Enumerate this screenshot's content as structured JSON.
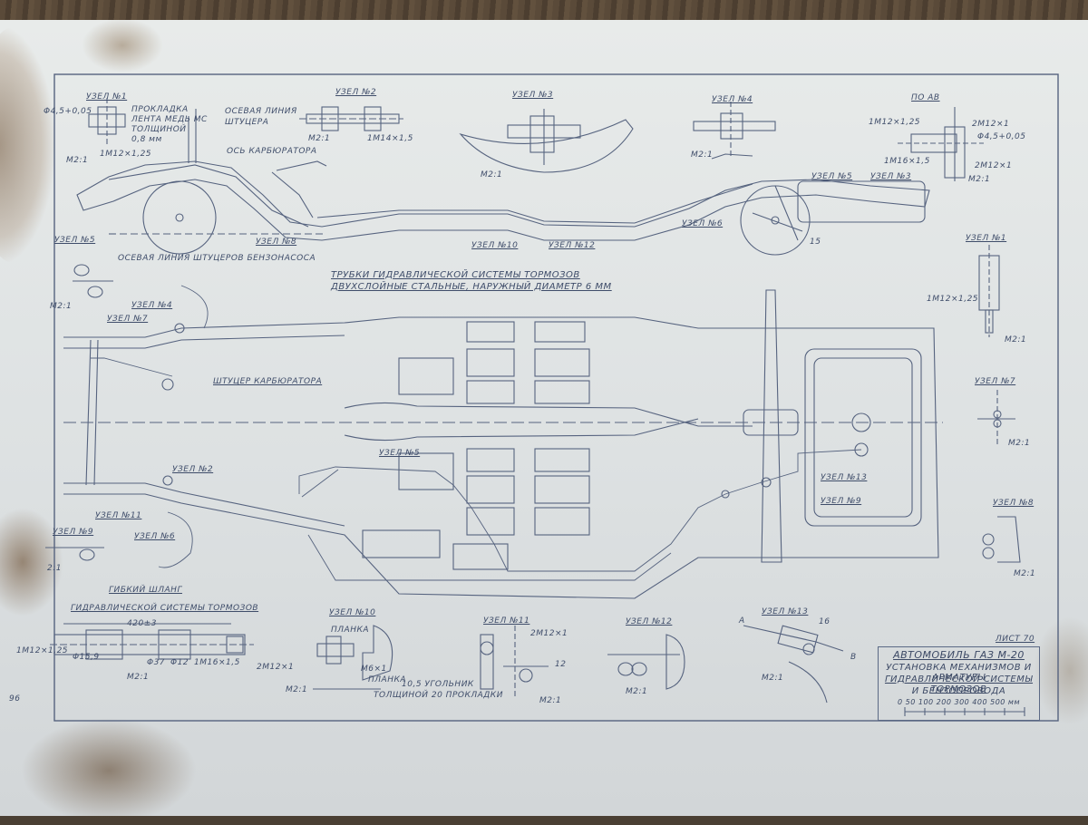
{
  "labels": {
    "phi45": "Φ4,5+0,05",
    "uzel1": "УЗЕЛ №1",
    "prokladka": "ПРОКЛАДКА",
    "lenta": "ЛЕНТА МЕДЬ МС",
    "tolshina": "ТОЛЩИНОЙ",
    "tolshina_val": "0,8 мм",
    "m12_125_a": "1М12×1,25",
    "m2_1_a": "М2:1",
    "osevaya": "ОСЕВАЯ ЛИНИЯ",
    "shtucera": "ШТУЦЕРА",
    "os_karb": "ОСЬ КАРБЮРАТОРА",
    "uzel2": "УЗЕЛ №2",
    "m2_1_b": "М2:1",
    "m14": "1М14×1,5",
    "uzel3": "УЗЕЛ №3",
    "m2_1_c": "М2:1",
    "uzel4": "УЗЕЛ №4",
    "m2_1_d": "М2:1",
    "po_ab": "ПО АВ",
    "m12_125_b": "1М12×1,25",
    "m12x1_a": "2М12×1",
    "phi45_b": "Φ4,5+0,05",
    "m16": "1М16×1,5",
    "m12x1_b": "2М12×1",
    "m2_1_e": "М2:1",
    "uzel5_top": "УЗЕЛ №5",
    "uzel3_top": "УЗЕЛ №3",
    "uzel6_top": "УЗЕЛ №6",
    "num15": "15",
    "uzel8": "УЗЕЛ №8",
    "uzel10": "УЗЕЛ №10",
    "uzel12": "УЗЕЛ №12",
    "osevaya_benz": "ОСЕВАЯ ЛИНИЯ ШТУЦЕРОВ БЕНЗОНАСОСА",
    "uzel5_side": "УЗЕЛ №5",
    "m2_1_f": "М2:1",
    "trubki1": "ТРУБКИ ГИДРАВЛИЧЕСКОЙ СИСТЕМЫ ТОРМОЗОВ",
    "trubki2": "ДВУХСЛОЙНЫЕ СТАЛЬНЫЕ, НАРУЖНЫЙ ДИАМЕТР 6 ММ",
    "uzel4_mid": "УЗЕЛ №4",
    "uzel7_mid": "УЗЕЛ №7",
    "shtucer_karb": "ШТУЦЕР КАРБЮРАТОРА",
    "uzel2_mid": "УЗЕЛ №2",
    "uzel11_mid": "УЗЕЛ №11",
    "uzel6_mid": "УЗЕЛ №6",
    "uzel5_mid": "УЗЕЛ №5",
    "uzel13_mid": "УЗЕЛ №13",
    "uzel9_mid": "УЗЕЛ №9",
    "uzel1_r": "УЗЕЛ №1",
    "m12_125_r": "1М12×1,25",
    "m2_1_r1": "М2:1",
    "uzel7_r": "УЗЕЛ №7",
    "m2_1_r2": "М2:1",
    "uzel8_r": "УЗЕЛ №8",
    "m2_1_r3": "М2:1",
    "uzel9_l": "УЗЕЛ №9",
    "m2_1_l": "2:1",
    "gibkiy1": "ГИБКИЙ ШЛАНГ",
    "gibkiy2": "ГИДРАВЛИЧЕСКОЙ СИСТЕМЫ ТОРМОЗОВ",
    "dim420": "420±3",
    "m12_125_h": "1М12×1,25",
    "phi159": "Φ15,9",
    "phi37": "Φ37",
    "phi12": "Φ12",
    "m16_h": "1М16×1,5",
    "m12x1_h": "2М12×1",
    "m2_1_h": "М2:1",
    "uzel10_b": "УЗЕЛ №10",
    "planka": "ПЛАНКА",
    "m6": "М6×1",
    "planka2": "ПЛАНКА",
    "ugolnik": "10,5 УГОЛЬНИК",
    "tolshina2": "ТОЛЩИНОЙ 20 ПРОКЛАДКИ",
    "m2_1_10": "М2:1",
    "uzel11_b": "УЗЕЛ №11",
    "m12x1_11": "2М12×1",
    "num12": "12",
    "m2_1_11": "М2:1",
    "uzel12_b": "УЗЕЛ №12",
    "m2_1_12": "М2:1",
    "uzel13_b": "УЗЕЛ №13",
    "a": "А",
    "b": "В",
    "num16": "16",
    "m2_1_13": "М2:1",
    "list": "ЛИСТ 70",
    "page_num": "96"
  },
  "title_block": {
    "line1": "АВТОМОБИЛЬ ГАЗ М-20",
    "line2": "УСТАНОВКА МЕХАНИЗМОВ И АРМАТУРЫ",
    "line3": "ГИДРАВЛИЧЕСКОЙ СИСТЕМЫ ТОРМОЗОВ",
    "line4": "И БЕНЗОПРОВОДА",
    "scale": "0  50 100  200  300  400  500 мм"
  },
  "colors": {
    "ink": "#56637f",
    "paper": "#e3e6e6",
    "stain": "#8a6b45"
  }
}
